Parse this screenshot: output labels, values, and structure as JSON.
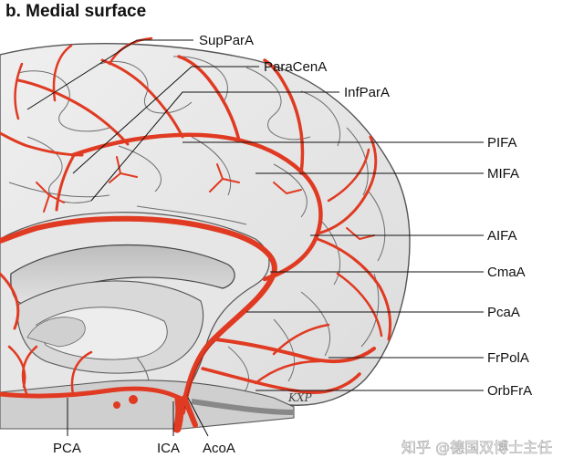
{
  "title": "b. Medial surface",
  "labels": {
    "supparA": "SupParA",
    "paracenA": "ParaCenA",
    "infparA": "InfParA",
    "pifa": "PIFA",
    "mifa": "MIFA",
    "aifa": "AIFA",
    "cmaA": "CmaA",
    "pcaA": "PcaA",
    "frpolA": "FrPolA",
    "orbfrA": "OrbFrA",
    "pca": "PCA",
    "ica": "ICA",
    "acoA": "AcoA"
  },
  "artist_signature": "KXP",
  "watermark": "知乎 @德国双博士主任",
  "colors": {
    "artery": "#e03a22",
    "brain": "#e9e9e9",
    "outline": "#555555",
    "leader": "#111111"
  }
}
